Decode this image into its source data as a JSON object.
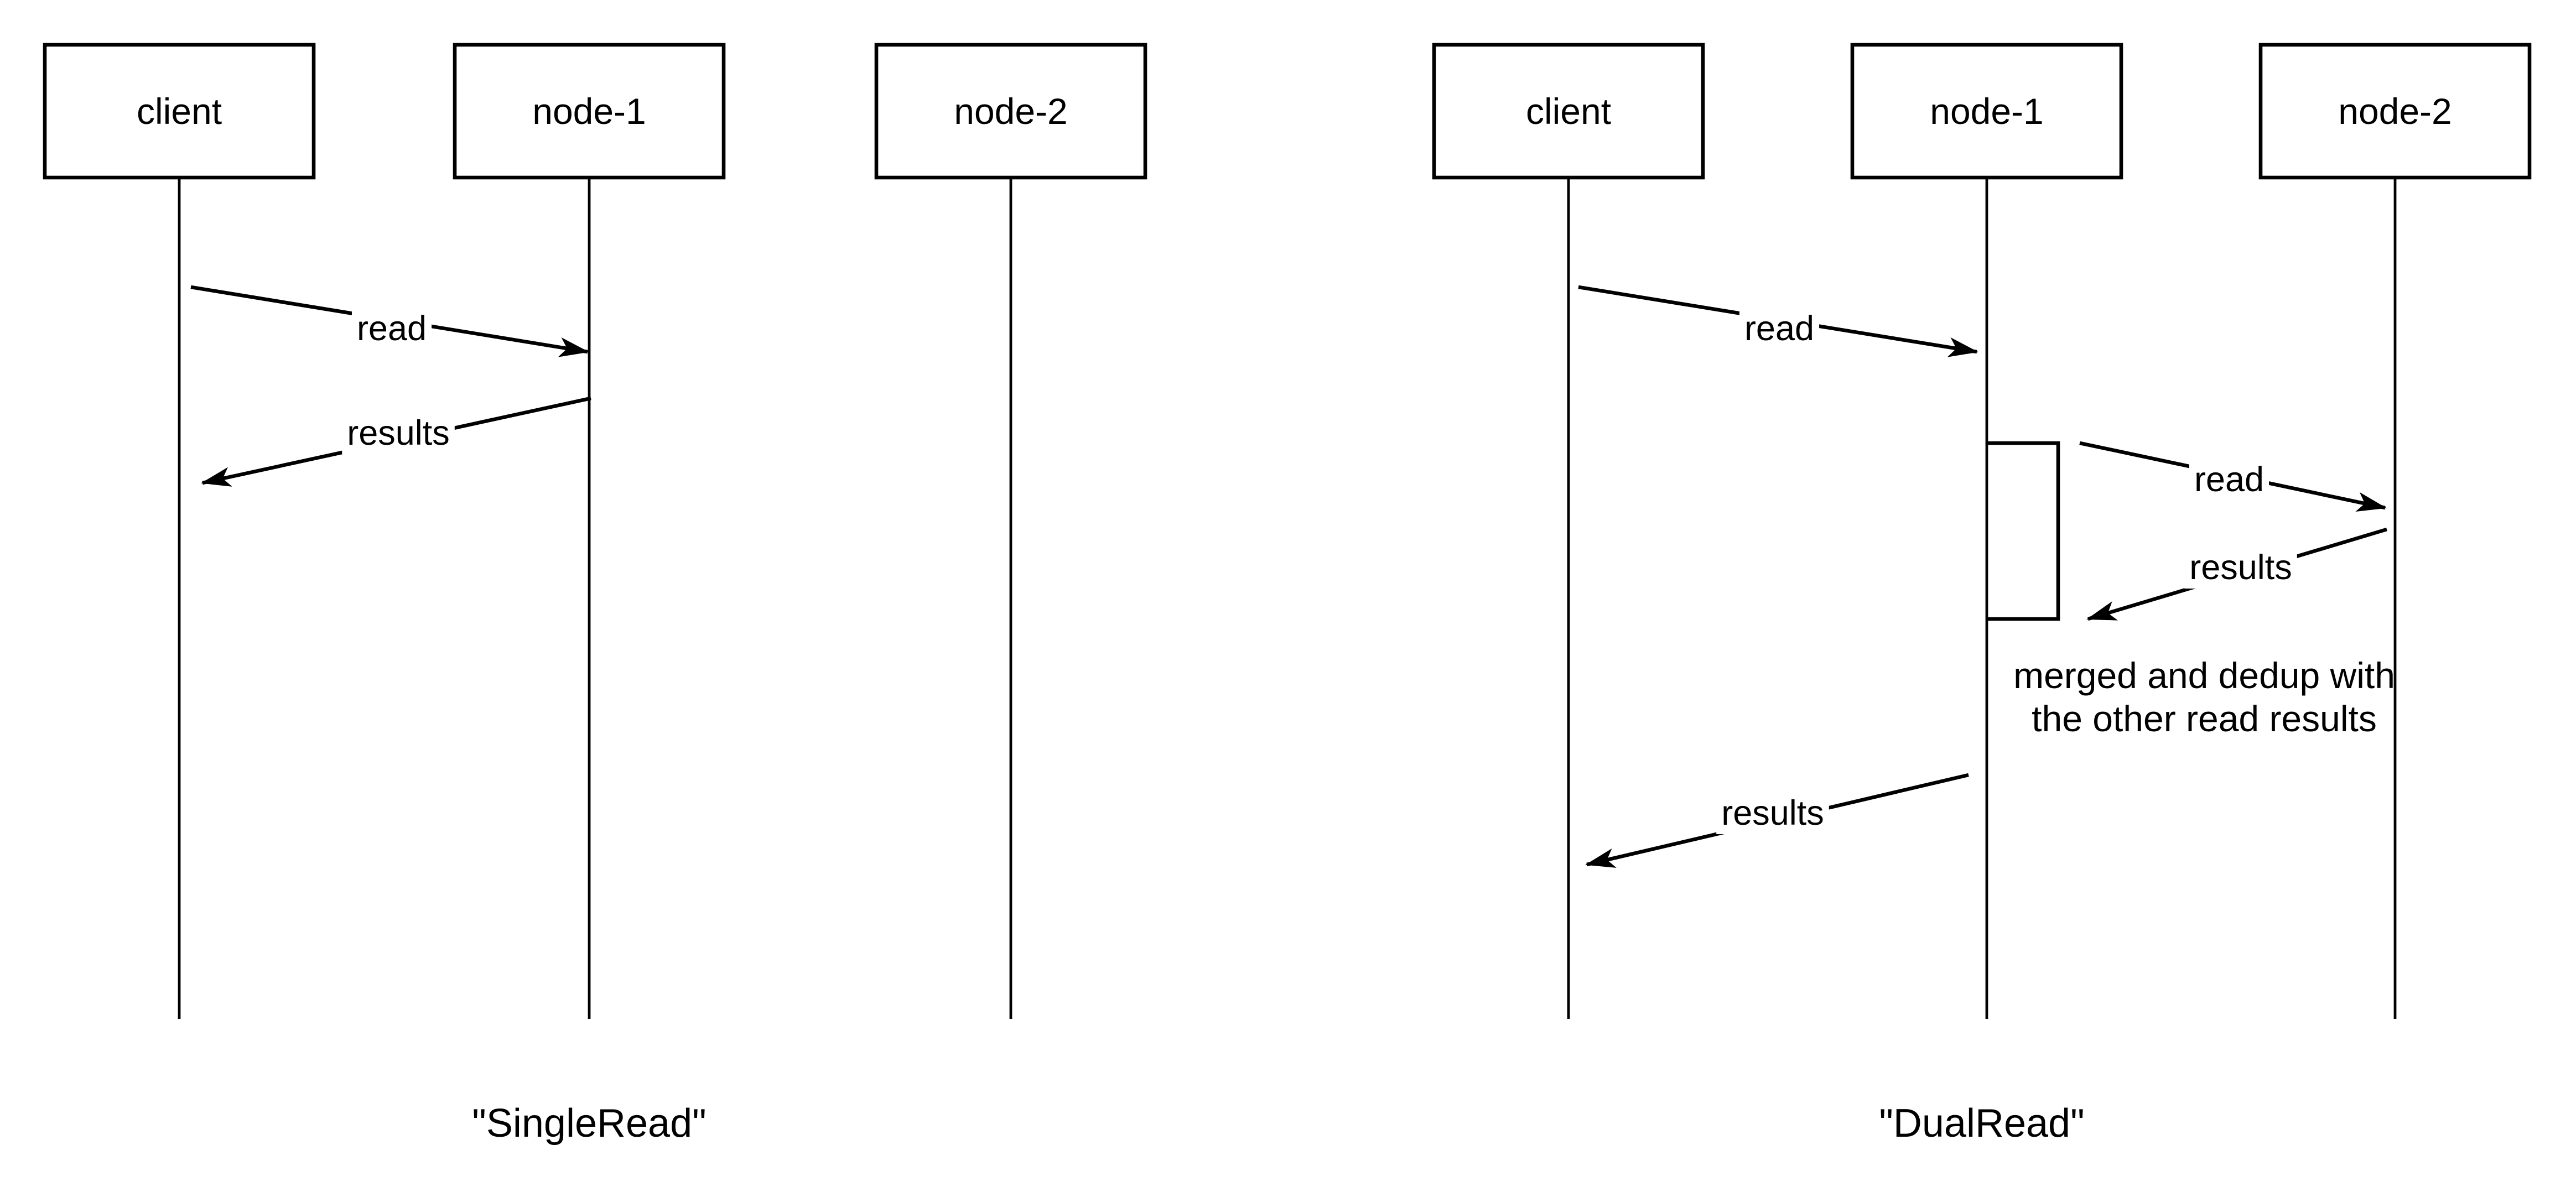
{
  "colors": {
    "stroke": "#000000",
    "background": "#ffffff"
  },
  "diagrams": [
    {
      "id": "single-read",
      "caption": "\"SingleRead\"",
      "actors": [
        "client",
        "node-1",
        "node-2"
      ],
      "messages": [
        {
          "from": "client",
          "to": "node-1",
          "label": "read"
        },
        {
          "from": "node-1",
          "to": "client",
          "label": "results"
        }
      ]
    },
    {
      "id": "dual-read",
      "caption": "\"DualRead\"",
      "actors": [
        "client",
        "node-1",
        "node-2"
      ],
      "messages": [
        {
          "from": "client",
          "to": "node-1",
          "label": "read"
        },
        {
          "from": "node-1",
          "to": "node-2",
          "label": "read"
        },
        {
          "from": "node-2",
          "to": "node-1",
          "label": "results"
        },
        {
          "from": "node-1",
          "to": "client",
          "label": "results"
        }
      ],
      "note": {
        "line1": "merged and dedup with",
        "line2": "the other read results"
      }
    }
  ]
}
